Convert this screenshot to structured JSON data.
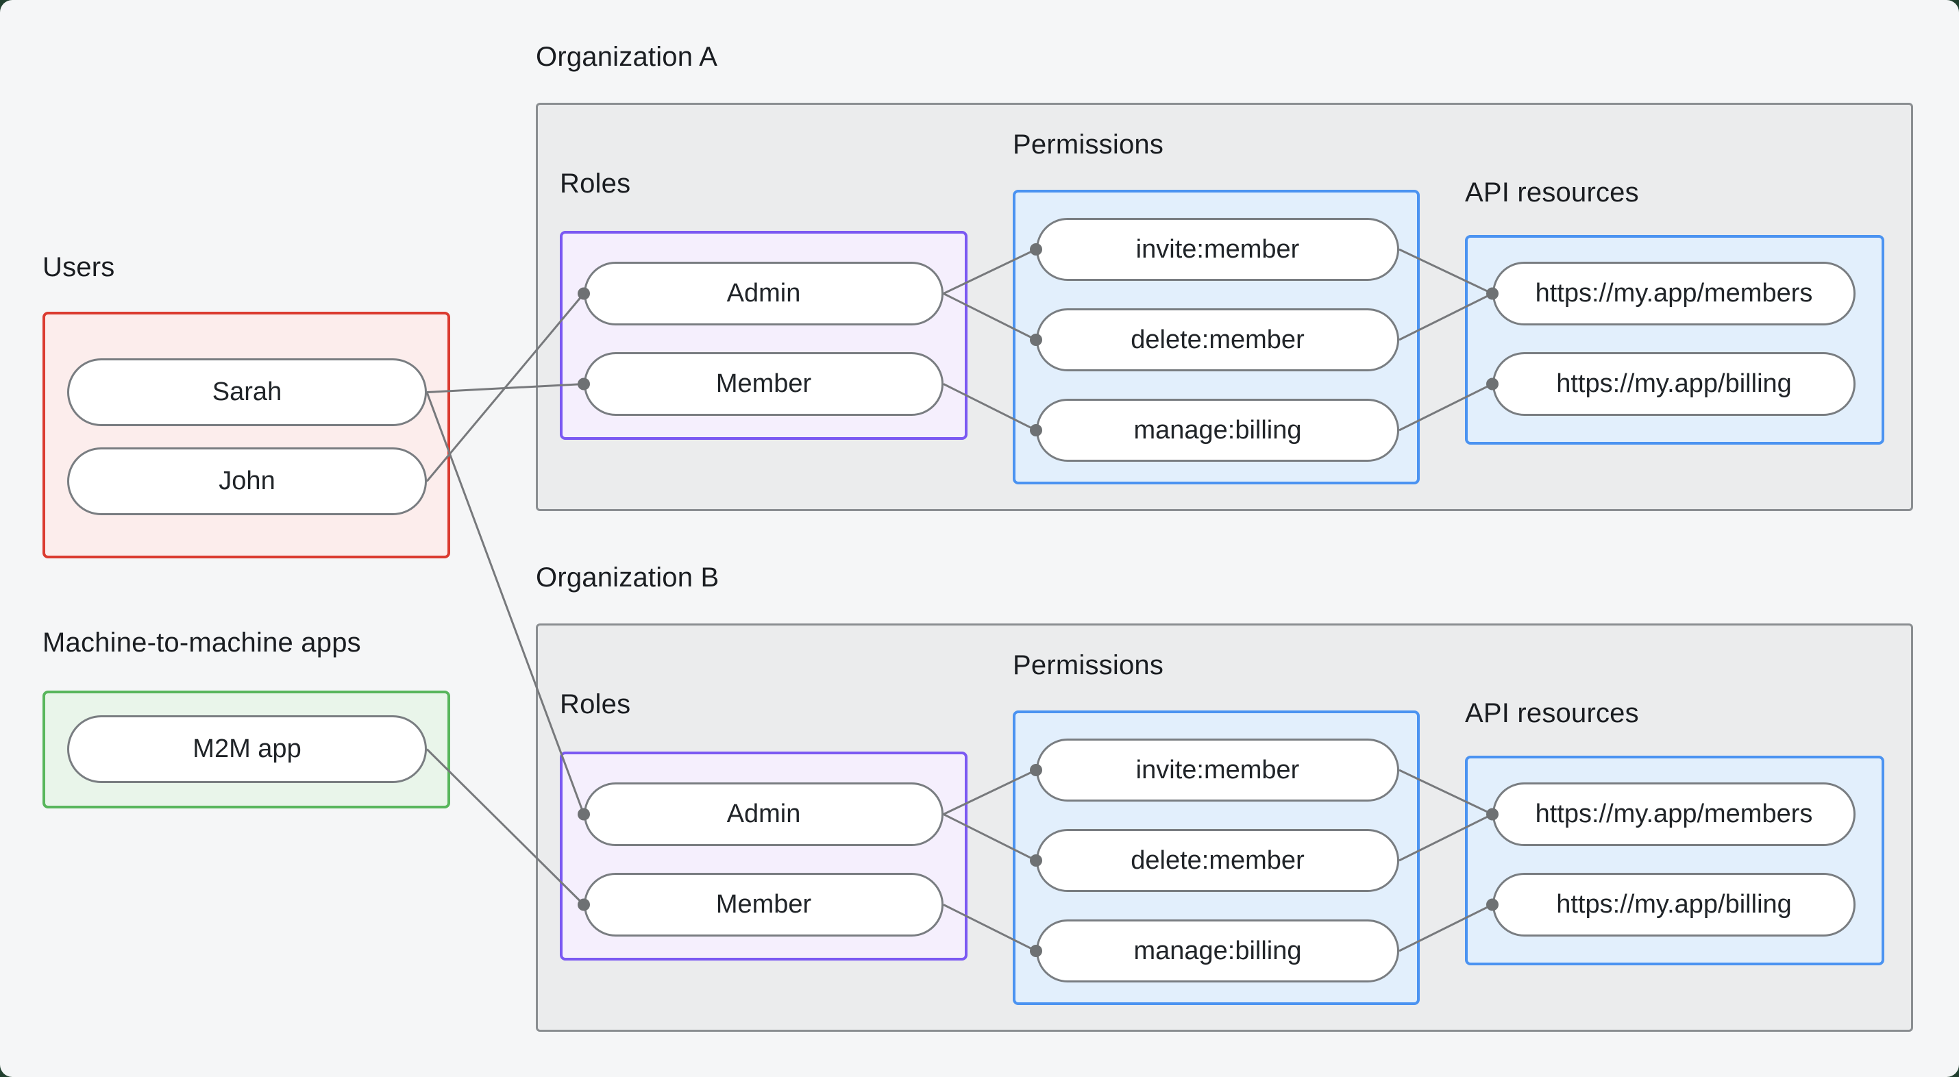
{
  "style": {
    "canvas_bg": "#f5f6f7",
    "outer_bg": "#21402f",
    "org_box_fill": "#ebeced",
    "org_box_border": "#8a8e91",
    "users_fill": "#fcedec",
    "users_border": "#db3b30",
    "m2m_fill": "#e9f5ea",
    "m2m_border": "#58b65c",
    "roles_fill": "#f5effd",
    "roles_border": "#7b59f2",
    "permissions_fill": "#e2effc",
    "permissions_border": "#4b93f1",
    "pill_fill": "#ffffff",
    "pill_border": "#797d81",
    "connector_color": "#77797c",
    "dot_color": "#6e7173",
    "text_color": "#1a1d21"
  },
  "users_group": {
    "label": "Users",
    "items": [
      {
        "id": "sarah",
        "label": "Sarah"
      },
      {
        "id": "john",
        "label": "John"
      }
    ]
  },
  "m2m_group": {
    "label": "Machine-to-machine apps",
    "items": [
      {
        "id": "m2m-app",
        "label": "M2M app"
      }
    ]
  },
  "orgs": [
    {
      "title": "Organization A",
      "roles": {
        "label": "Roles",
        "items": [
          {
            "id": "admin-a",
            "label": "Admin"
          },
          {
            "id": "member-a",
            "label": "Member"
          }
        ]
      },
      "permissions": {
        "label": "Permissions",
        "items": [
          {
            "id": "invite-a",
            "label": "invite:member"
          },
          {
            "id": "delete-a",
            "label": "delete:member"
          },
          {
            "id": "manage-a",
            "label": "manage:billing"
          }
        ]
      },
      "api": {
        "label": "API resources",
        "items": [
          {
            "id": "members-api-a",
            "label": "https://my.app/members"
          },
          {
            "id": "billing-api-a",
            "label": "https://my.app/billing"
          }
        ]
      }
    },
    {
      "title": "Organization B",
      "roles": {
        "label": "Roles",
        "items": [
          {
            "id": "admin-b",
            "label": "Admin"
          },
          {
            "id": "member-b",
            "label": "Member"
          }
        ]
      },
      "permissions": {
        "label": "Permissions",
        "items": [
          {
            "id": "invite-b",
            "label": "invite:member"
          },
          {
            "id": "delete-b",
            "label": "delete:member"
          },
          {
            "id": "manage-b",
            "label": "manage:billing"
          }
        ]
      },
      "api": {
        "label": "API resources",
        "items": [
          {
            "id": "members-api-b",
            "label": "https://my.app/members"
          },
          {
            "id": "billing-api-b",
            "label": "https://my.app/billing"
          }
        ]
      }
    }
  ],
  "edges": [
    {
      "from": "sarah",
      "to": "member-a"
    },
    {
      "from": "sarah",
      "to": "admin-b"
    },
    {
      "from": "john",
      "to": "admin-a"
    },
    {
      "from": "m2m-app",
      "to": "member-b"
    },
    {
      "from": "admin-a",
      "to": "invite-a"
    },
    {
      "from": "admin-a",
      "to": "delete-a"
    },
    {
      "from": "member-a",
      "to": "manage-a"
    },
    {
      "from": "invite-a",
      "to": "members-api-a"
    },
    {
      "from": "delete-a",
      "to": "members-api-a"
    },
    {
      "from": "manage-a",
      "to": "billing-api-a"
    },
    {
      "from": "admin-b",
      "to": "invite-b"
    },
    {
      "from": "admin-b",
      "to": "delete-b"
    },
    {
      "from": "member-b",
      "to": "manage-b"
    },
    {
      "from": "invite-b",
      "to": "members-api-b"
    },
    {
      "from": "delete-b",
      "to": "members-api-b"
    },
    {
      "from": "manage-b",
      "to": "billing-api-b"
    }
  ]
}
